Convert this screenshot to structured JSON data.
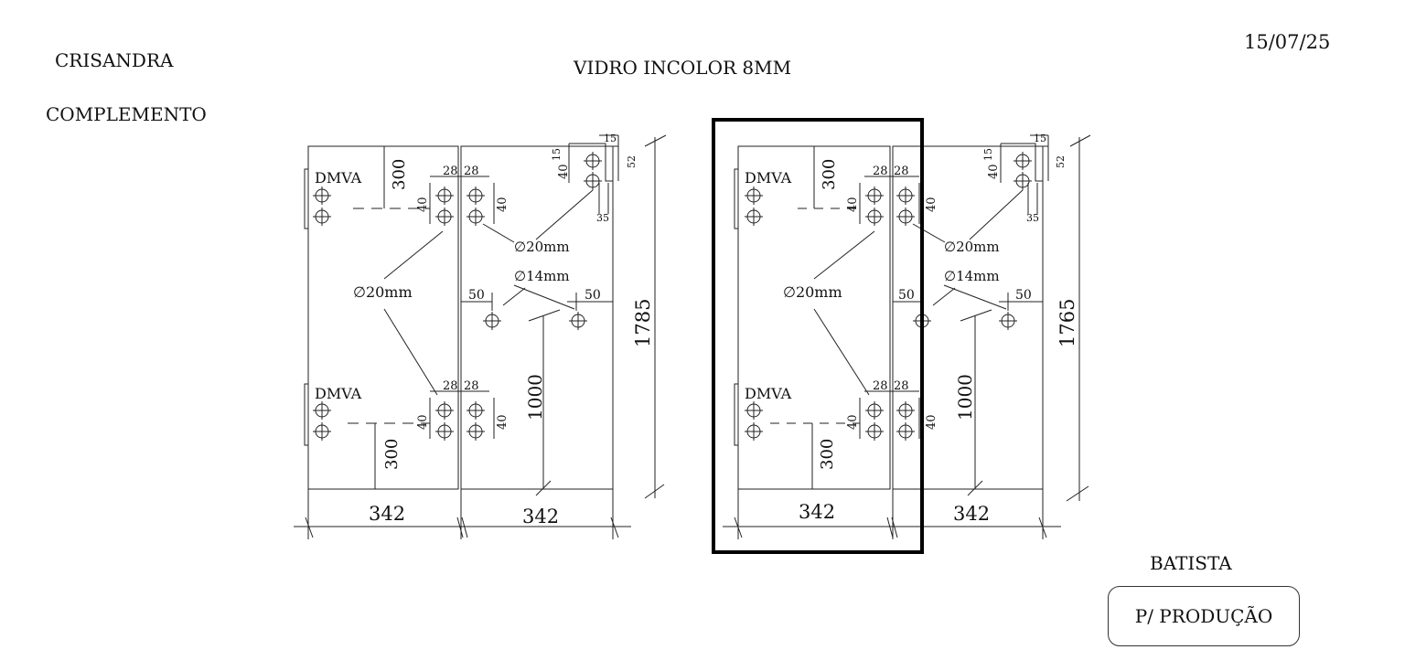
{
  "header": {
    "client": "CRISANDRA",
    "type": "COMPLEMENTO",
    "title": "VIDRO INCOLOR 8MM",
    "date": "15/07/25"
  },
  "footer": {
    "name": "BATISTA",
    "status": "P/ PRODUÇÃO"
  },
  "drawings": [
    {
      "hinge_label": "DMVA",
      "hole_big": "∅20mm",
      "hole_small": "∅14mm",
      "height_label": "1785",
      "left_width": "342",
      "right_width": "342",
      "dim_300": "300",
      "dim_28": "28",
      "dim_40": "40",
      "dim_50": "50",
      "dim_1000": "1000",
      "dim_15": "15",
      "dim_52": "52",
      "dim_35": "35"
    },
    {
      "hinge_label": "DMVA",
      "hole_big": "∅20mm",
      "hole_small": "∅14mm",
      "height_label": "1765",
      "left_width": "342",
      "right_width": "342",
      "dim_300": "300",
      "dim_28": "28",
      "dim_40": "40",
      "dim_50": "50",
      "dim_1000": "1000",
      "dim_15": "15",
      "dim_52": "52",
      "dim_35": "35"
    }
  ]
}
